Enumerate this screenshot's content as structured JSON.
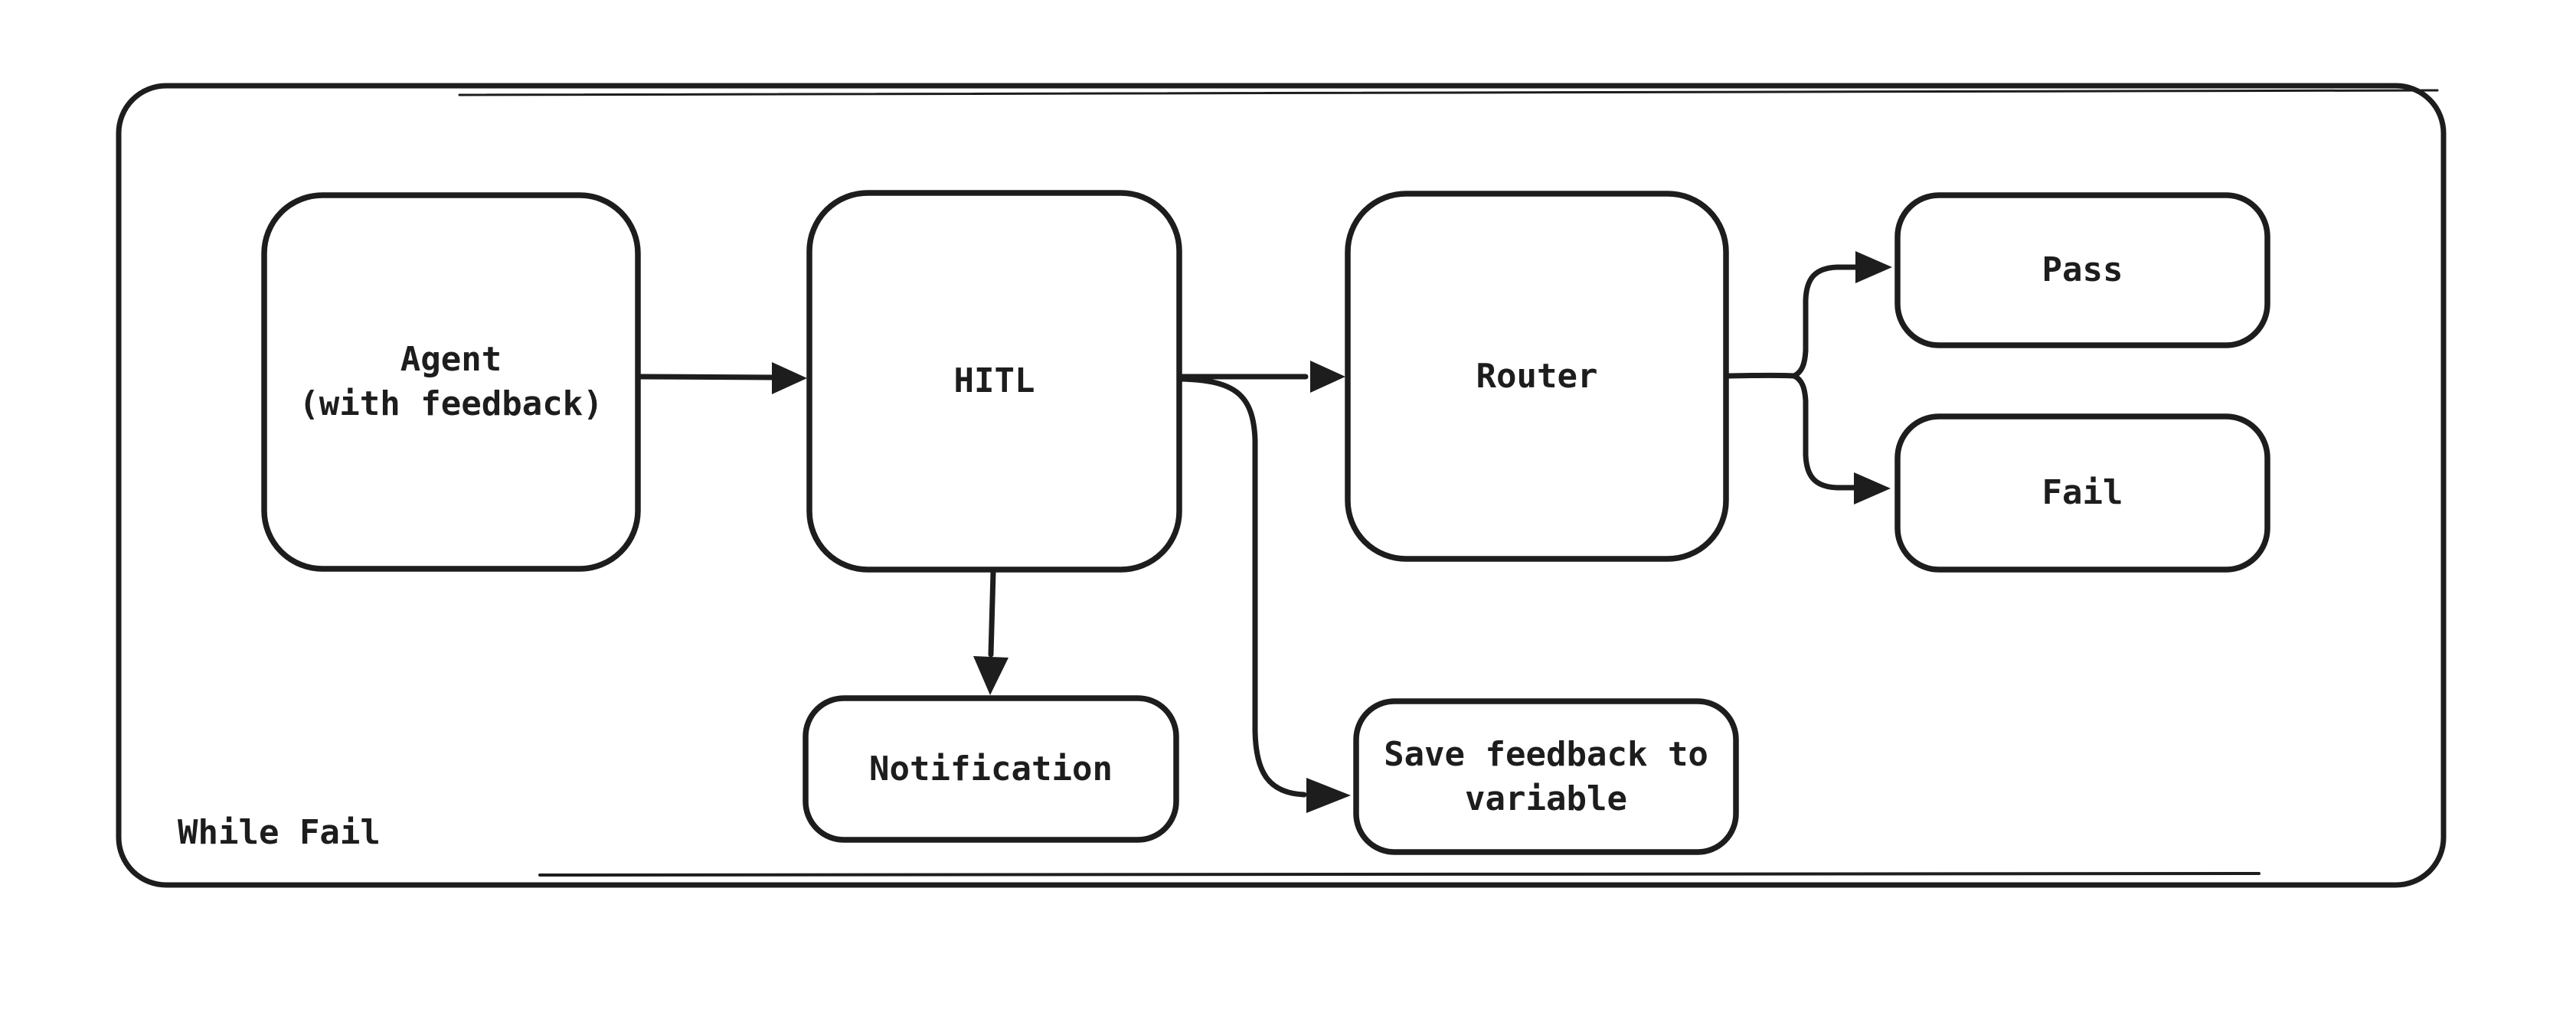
{
  "canvas": {
    "background_color": "#ffffff",
    "stroke_color": "#1d1d1d"
  },
  "container": {
    "label": "While Fail"
  },
  "nodes": {
    "agent": {
      "label": "Agent\n(with feedback)"
    },
    "hitl": {
      "label": "HITL"
    },
    "router": {
      "label": "Router"
    },
    "pass": {
      "label": "Pass"
    },
    "fail": {
      "label": "Fail"
    },
    "notification": {
      "label": "Notification"
    },
    "save_feedback": {
      "label": "Save feedback to\nvariable"
    }
  },
  "edges": [
    {
      "from": "agent",
      "to": "hitl"
    },
    {
      "from": "hitl",
      "to": "router"
    },
    {
      "from": "hitl",
      "to": "notification"
    },
    {
      "from": "hitl",
      "to": "save_feedback"
    },
    {
      "from": "router",
      "to": "pass"
    },
    {
      "from": "router",
      "to": "fail"
    }
  ]
}
